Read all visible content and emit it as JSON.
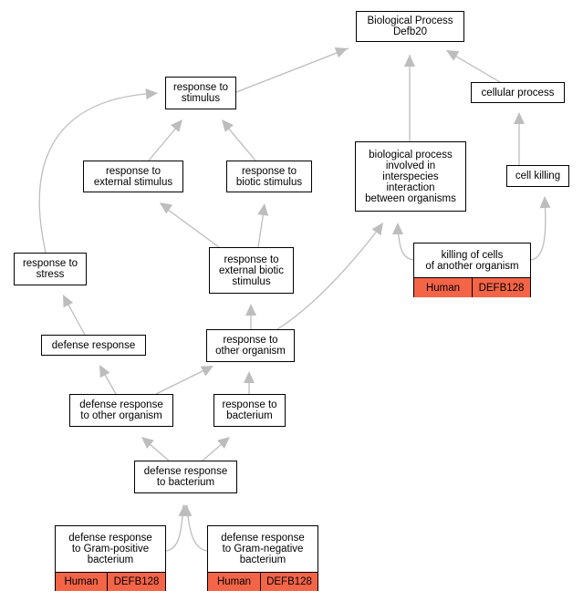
{
  "graph": {
    "edge_color": "#bdbdbd",
    "annotation_color": "#f46447",
    "nodes": {
      "root": "Biological Process\nDefb20",
      "response_to_stimulus": "response to\nstimulus",
      "cellular_process": "cellular process",
      "response_to_external_stimulus": "response to\nexternal stimulus",
      "response_to_biotic_stimulus": "response to\nbiotic stimulus",
      "interspecies": "biological process\ninvolved in\ninterspecies\ninteraction\nbetween organisms",
      "cell_killing": "cell killing",
      "response_to_stress": "response to\nstress",
      "response_to_external_biotic_stimulus": "response to\nexternal biotic\nstimulus",
      "killing_of_cells": "killing of cells\nof another organism",
      "defense_response": "defense response",
      "response_to_other_organism": "response to\nother organism",
      "defense_response_to_other_organism": "defense response\nto other organism",
      "response_to_bacterium": "response to\nbacterium",
      "defense_response_to_bacterium": "defense response\nto bacterium",
      "defense_gram_positive": "defense response\nto Gram-positive\nbacterium",
      "defense_gram_negative": "defense response\nto Gram-negative\nbacterium"
    },
    "annotations": {
      "killing_of_cells": {
        "species": "Human",
        "gene": "DEFB128"
      },
      "defense_gram_positive": {
        "species": "Human",
        "gene": "DEFB128"
      },
      "defense_gram_negative": {
        "species": "Human",
        "gene": "DEFB128"
      }
    }
  }
}
